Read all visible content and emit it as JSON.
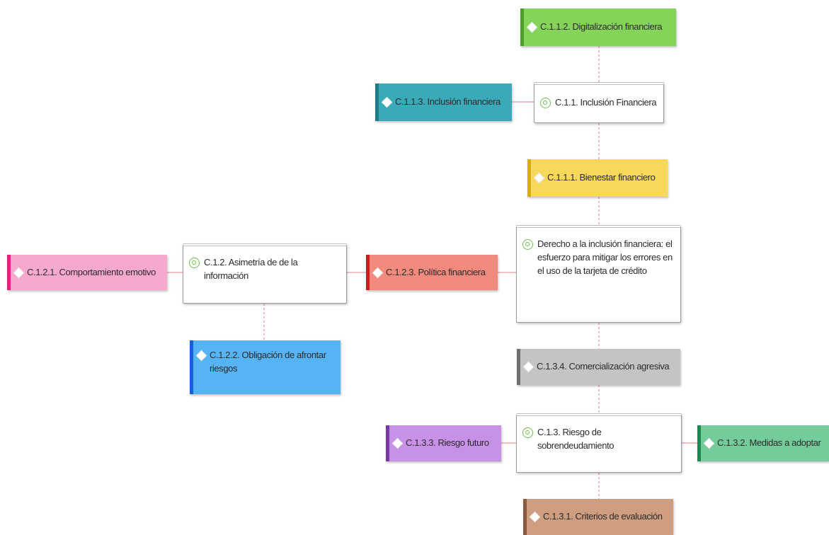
{
  "nodes": {
    "digitalizacion": {
      "label": "C.1.1.2. Digitalización financiera",
      "color": "#86d35a",
      "accent": "#4c9d2a"
    },
    "inclusion_113": {
      "label": "C.1.1.3. Inclusión financiera",
      "color": "#3aaab8",
      "accent": "#1f7a87"
    },
    "inclusion_11": {
      "label": "C.1.1. Inclusión Financiera"
    },
    "bienestar": {
      "label": "C.1.1.1. Bienestar financiero",
      "color": "#f7d85a",
      "accent": "#d9ab12"
    },
    "comportamiento": {
      "label": "C.1.2.1. Comportamiento emotivo",
      "color": "#f7a8cf",
      "accent": "#d6277f"
    },
    "asimetria": {
      "label": "C.1.2. Asimetría de de la información"
    },
    "politica": {
      "label": "C.1.2.3. Política financiera",
      "color": "#f28b7d",
      "accent": "#c81e1e"
    },
    "derecho": {
      "label": "Derecho a la inclusión financiera: el esfuerzo para mitigar los errores en el uso de la tarjeta de crédito"
    },
    "obligacion": {
      "label": "C.1.2.2. Obligación de afrontar riesgos",
      "color": "#56b4f4",
      "accent": "#1560d6"
    },
    "comercializacion": {
      "label": "C.1.3.4. Comercialización agresiva",
      "color": "#c4c4c4",
      "accent": "#6e6e6e"
    },
    "riesgo_futuro": {
      "label": "C.1.3.3. Riesgo futuro",
      "color": "#c791e8",
      "accent": "#7a3aa3"
    },
    "riesgo_sobre": {
      "label": "C.1.3. Riesgo de sobrendeudamiento"
    },
    "medidas": {
      "label": "C.1.3.2. Medidas a adoptar",
      "color": "#74cc9a",
      "accent": "#1c8a4e"
    },
    "criterios": {
      "label": "C.1.3.1. Criterios de evaluación",
      "color": "#cf9e80",
      "accent": "#8a5a3e"
    }
  },
  "link_color": "#e89aa5"
}
